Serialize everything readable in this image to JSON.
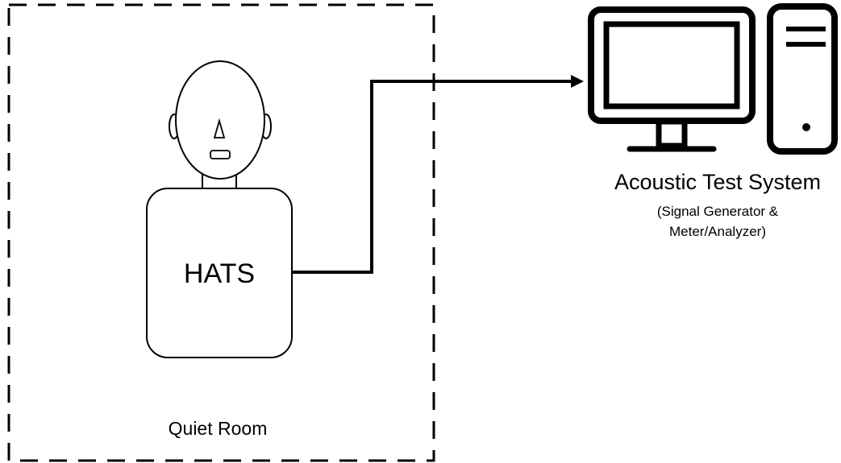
{
  "quiet_room": {
    "label": "Quiet Room"
  },
  "hats": {
    "label": "HATS"
  },
  "test_system": {
    "title": "Acoustic Test System",
    "subtitle_line1": "(Signal Generator &",
    "subtitle_line2": "Meter/Analyzer)"
  },
  "icons": {
    "monitor": "monitor-icon",
    "tower": "computer-tower-icon"
  },
  "colors": {
    "stroke": "#000000",
    "background": "#ffffff"
  }
}
